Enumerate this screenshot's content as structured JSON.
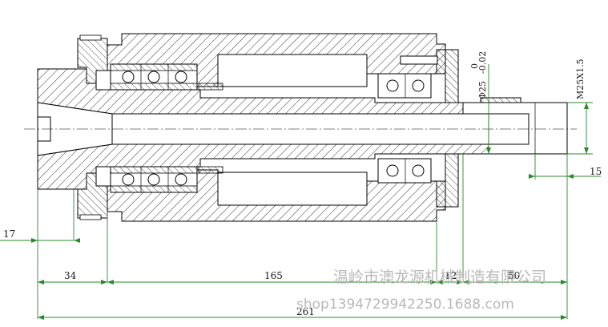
{
  "dimensions": {
    "d17": "17",
    "d34": "34",
    "d165": "165",
    "d12": "12",
    "d50": "50",
    "d261": "261",
    "d15": "15",
    "dia": "Φ25",
    "tol_upper": "0",
    "tol_lower": "-0.02",
    "thread": "M25X1.5"
  },
  "watermark": {
    "company": "温岭市澳龙源机械制造有限公司",
    "shop": "shop1394729942250.1688.com"
  },
  "colors": {
    "line": "#000000",
    "dimension": "#2a8a2a",
    "watermark": "#b8b8b8"
  }
}
